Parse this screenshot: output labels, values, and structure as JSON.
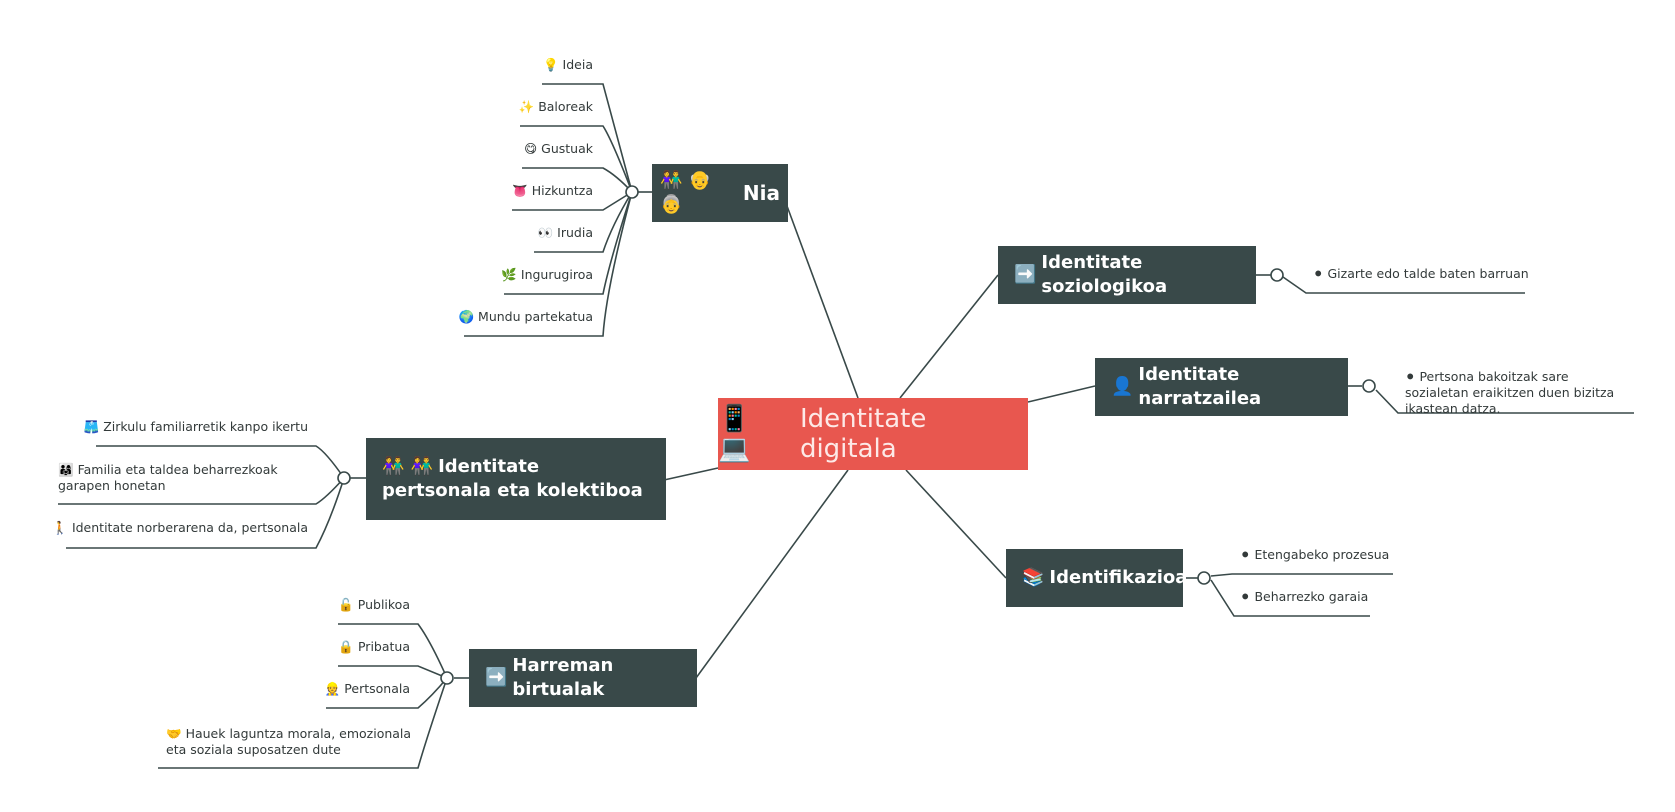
{
  "central": {
    "icon": "📱 💻",
    "label": "Identitate digitala",
    "color": "#e8574f"
  },
  "topics": {
    "nia": {
      "icon": "👫 👴 👵",
      "label": "Nia",
      "children": [
        {
          "icon": "💡",
          "label": "Ideia"
        },
        {
          "icon": "✨",
          "label": "Baloreak"
        },
        {
          "icon": "😋",
          "label": "Gustuak"
        },
        {
          "icon": "👅",
          "label": "Hizkuntza"
        },
        {
          "icon": "👀",
          "label": "Irudia"
        },
        {
          "icon": "🌿",
          "label": "Ingurugiroa"
        },
        {
          "icon": "🌍",
          "label": "Mundu partekatua"
        }
      ]
    },
    "pertsonala": {
      "icon": "👫 👫",
      "label": "Identitate pertsonala eta kolektiboa",
      "children": [
        {
          "icon": "🩳",
          "label": "Zirkulu familiarretik kanpo ikertu"
        },
        {
          "icon": "👨‍👩‍👧",
          "label": "Familia eta taldea beharrezkoak garapen honetan"
        },
        {
          "icon": "🚶",
          "label": "Identitate norberarena da, pertsonala"
        }
      ]
    },
    "harreman": {
      "icon": "➡️",
      "label": "Harreman birtualak",
      "children": [
        {
          "icon": "🔓",
          "label": "Publikoa"
        },
        {
          "icon": "🔒",
          "label": "Pribatua"
        },
        {
          "icon": "👷",
          "label": "Pertsonala"
        },
        {
          "icon": "🤝",
          "label": "Hauek laguntza morala, emozionala eta soziala suposatzen dute"
        }
      ]
    },
    "soziologikoa": {
      "icon": "➡️",
      "label": "Identitate soziologikoa",
      "children": [
        {
          "icon": "⚫",
          "label": "Gizarte edo talde baten barruan"
        }
      ]
    },
    "narratzailea": {
      "icon": "👤",
      "label": "Identitate narratzailea",
      "children": [
        {
          "icon": "⚫",
          "label": "Pertsona bakoitzak sare sozialetan eraikitzen duen bizitza ikastean datza."
        }
      ]
    },
    "identifikazioa": {
      "icon": "📚",
      "label": "Identifikazioa",
      "children": [
        {
          "icon": "⚫",
          "label": "Etengabeko prozesua"
        },
        {
          "icon": "⚫",
          "label": "Beharrezko garaia"
        }
      ]
    }
  },
  "colors": {
    "topic_bg": "#394949",
    "line": "#394949",
    "central_bg": "#e8574f"
  }
}
